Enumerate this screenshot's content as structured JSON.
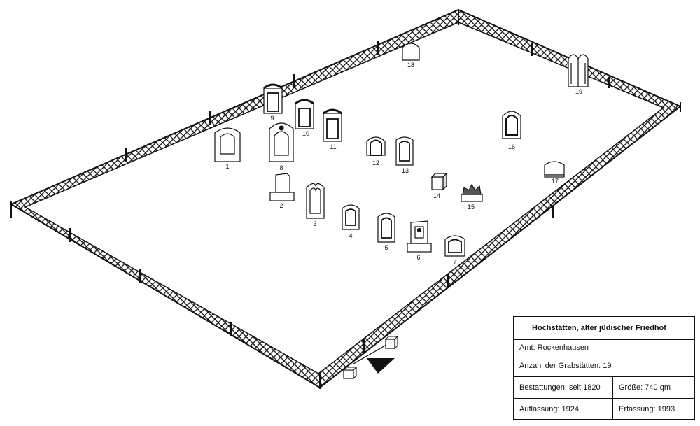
{
  "plan": {
    "graves": [
      {
        "n": "1"
      },
      {
        "n": "2"
      },
      {
        "n": "3"
      },
      {
        "n": "4"
      },
      {
        "n": "5"
      },
      {
        "n": "6"
      },
      {
        "n": "7"
      },
      {
        "n": "8"
      },
      {
        "n": "9"
      },
      {
        "n": "10"
      },
      {
        "n": "11"
      },
      {
        "n": "12"
      },
      {
        "n": "13"
      },
      {
        "n": "14"
      },
      {
        "n": "15"
      },
      {
        "n": "16"
      },
      {
        "n": "17"
      },
      {
        "n": "18"
      },
      {
        "n": "19"
      }
    ]
  },
  "info": {
    "title": "Hochstätten, alter jüdischer Friedhof",
    "amt": "Amt: Rockenhausen",
    "anzahl": "Anzahl der Grabstätten: 19",
    "bestattungen": "Bestattungen: seit 1820",
    "groesse": "Größe: 740 qm",
    "auflassung": "Auflassung: 1924",
    "erfassung": "Erfassung: 1993"
  }
}
